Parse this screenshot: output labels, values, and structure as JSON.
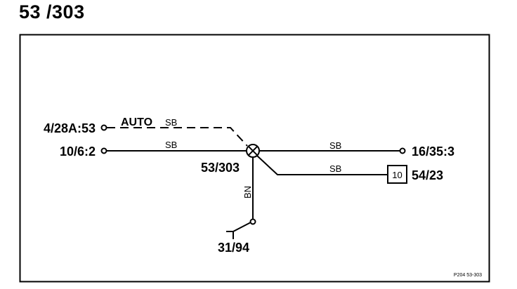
{
  "title": "53 /303",
  "diagram": {
    "terminals": {
      "left_top": "4/28A:53",
      "left_mid": "10/6:2",
      "right_top": "16/35:3",
      "right_box": "54/23",
      "box_number": "10",
      "junction": "53/303",
      "ground": "31/94"
    },
    "wires": {
      "auto_label": "AUTO",
      "auto_color": "SB",
      "left_color": "SB",
      "right_top_color": "SB",
      "right_box_color": "SB",
      "down_color": "BN"
    },
    "footer_code": "P204  53-303"
  }
}
